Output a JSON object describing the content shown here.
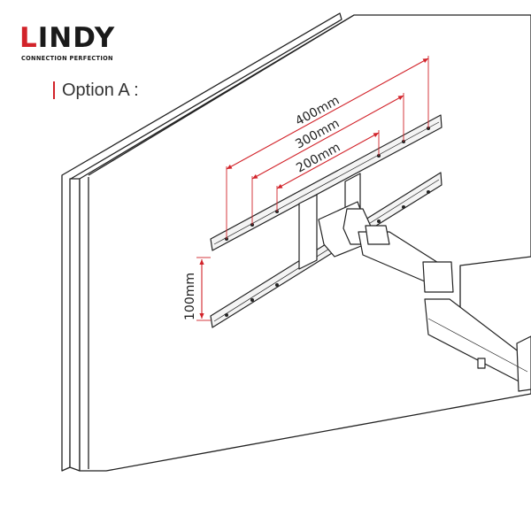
{
  "brand": {
    "name_first": "L",
    "name_rest": "INDY",
    "tagline": "CONNECTION PERFECTION",
    "accent_color": "#d2232a"
  },
  "option_label": "Option A :",
  "dimensions": {
    "width_outer": "400mm",
    "width_mid": "300mm",
    "width_inner": "200mm",
    "height": "100mm"
  },
  "colors": {
    "dimension_line": "#d2232a",
    "outline": "#222222",
    "bracket_fill": "#f4f4f4",
    "arm_fill": "#ffffff"
  },
  "icons": {
    "monitor": "monitor-panel-icon",
    "mount_arm": "monitor-arm-icon"
  }
}
